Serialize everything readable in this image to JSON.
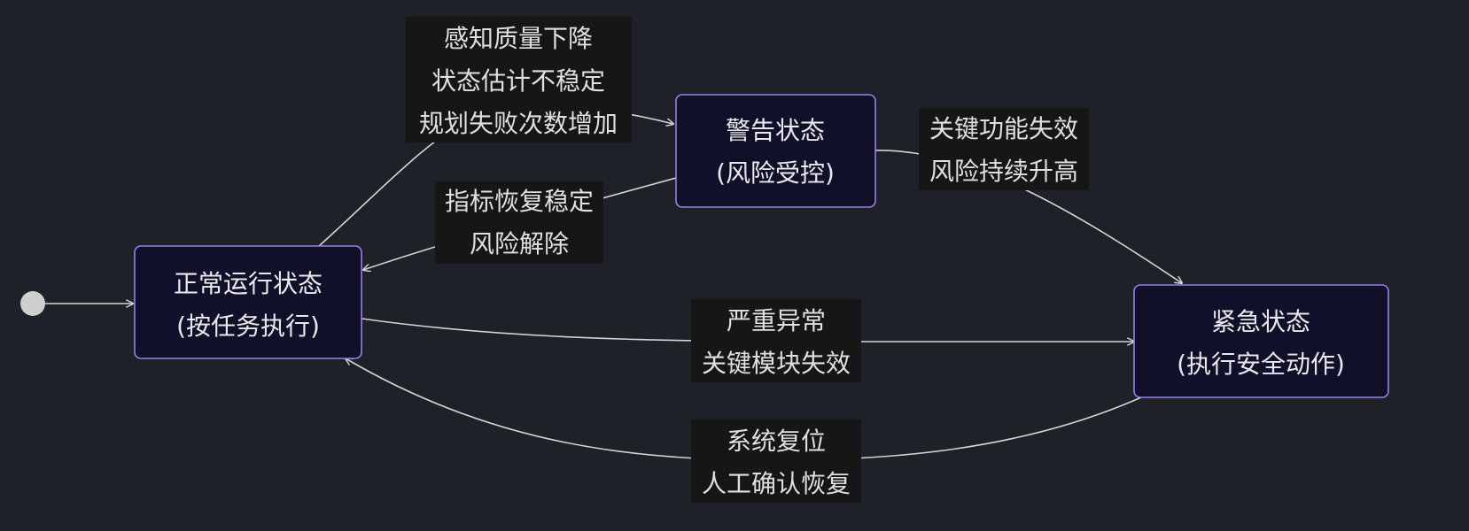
{
  "states": {
    "normal": {
      "line1": "正常运行状态",
      "line2": "(按任务执行)"
    },
    "warning": {
      "line1": "警告状态",
      "line2": "(风险受控)"
    },
    "emergency": {
      "line1": "紧急状态",
      "line2": "(执行安全动作)"
    }
  },
  "transitions": {
    "normal_to_warning": {
      "lines": [
        "感知质量下降",
        "状态估计不稳定",
        "规划失败次数增加"
      ]
    },
    "warning_to_normal": {
      "lines": [
        "指标恢复稳定",
        "风险解除"
      ]
    },
    "warning_to_emergency": {
      "lines": [
        "关键功能失效",
        "风险持续升高"
      ]
    },
    "normal_to_emergency": {
      "lines": [
        "严重异常",
        "关键模块失效"
      ]
    },
    "emergency_to_normal": {
      "lines": [
        "系统复位",
        "人工确认恢复"
      ]
    }
  },
  "colors": {
    "background": "#1e2127",
    "node_fill": "#10102a",
    "node_border": "#9b7fe8",
    "edge": "#d4d4d4",
    "label_bg": "#161616"
  }
}
